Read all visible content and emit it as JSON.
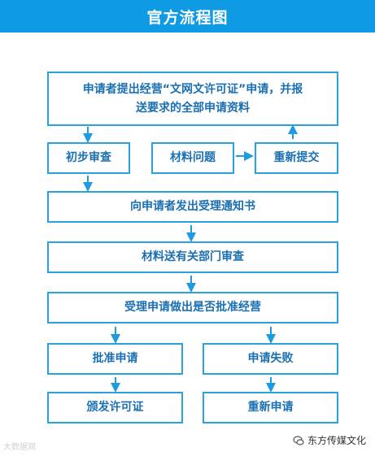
{
  "header": {
    "title": "官方流程图"
  },
  "boxes": {
    "apply": "申请者提出经营“文网文许可证”申请，并报送要求的全部申请资料",
    "preliminary_review": "初步审查",
    "material_problem": "材料问题",
    "resubmit": "重新提交",
    "acceptance_notice": "向申请者发出受理通知书",
    "dept_review": "材料送有关部门审查",
    "decision": "受理申请做出是否批准经营",
    "approved": "批准申请",
    "failed": "申请失败",
    "issue_license": "颁发许可证",
    "reapply": "重新申请"
  },
  "apply_lines": [
    "申请者提出经营“文网文许可证”申请，并报",
    "送要求的全部申请资料"
  ],
  "watermark": {
    "left": "大数据观",
    "right": "东方传媒文化"
  },
  "colors": {
    "header": "#0f9be3",
    "border": "#29a1df",
    "text": "#1b6fb3",
    "arrow": "#1e9be0"
  }
}
